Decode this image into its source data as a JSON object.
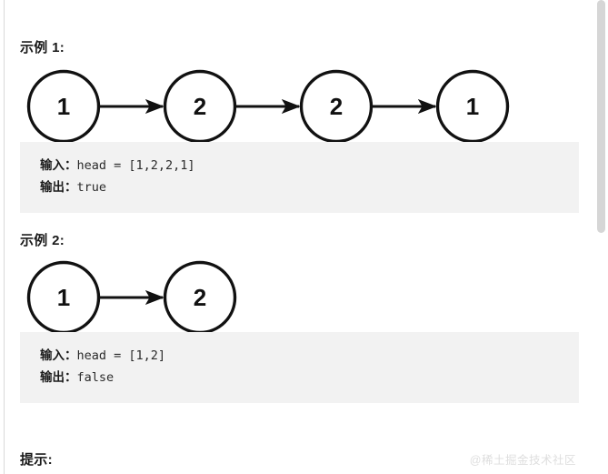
{
  "page": {
    "watermark": "@稀土掘金技术社区"
  },
  "sections": [
    {
      "title": "示例 1:",
      "diagram": {
        "type": "linked-list",
        "nodes": [
          "1",
          "2",
          "2",
          "1"
        ],
        "arrow_count": 3
      },
      "code": {
        "lines": [
          {
            "label": "输入：",
            "value": "head = [1,2,2,1]"
          },
          {
            "label": "输出：",
            "value": "true"
          }
        ]
      }
    },
    {
      "title": "示例 2:",
      "diagram": {
        "type": "linked-list",
        "nodes": [
          "1",
          "2"
        ],
        "arrow_count": 1
      },
      "code": {
        "lines": [
          {
            "label": "输入：",
            "value": "head = [1,2]"
          },
          {
            "label": "输出：",
            "value": "false"
          }
        ]
      }
    }
  ],
  "hint": {
    "title": "提示:"
  },
  "scrollbar": {
    "thumb_position": "top"
  },
  "colors": {
    "code_background": "#f2f2f2",
    "text": "#1a1a1a",
    "node_stroke": "#111111",
    "scrollbar_thumb": "#d6d6d6",
    "watermark": "#dedede"
  }
}
